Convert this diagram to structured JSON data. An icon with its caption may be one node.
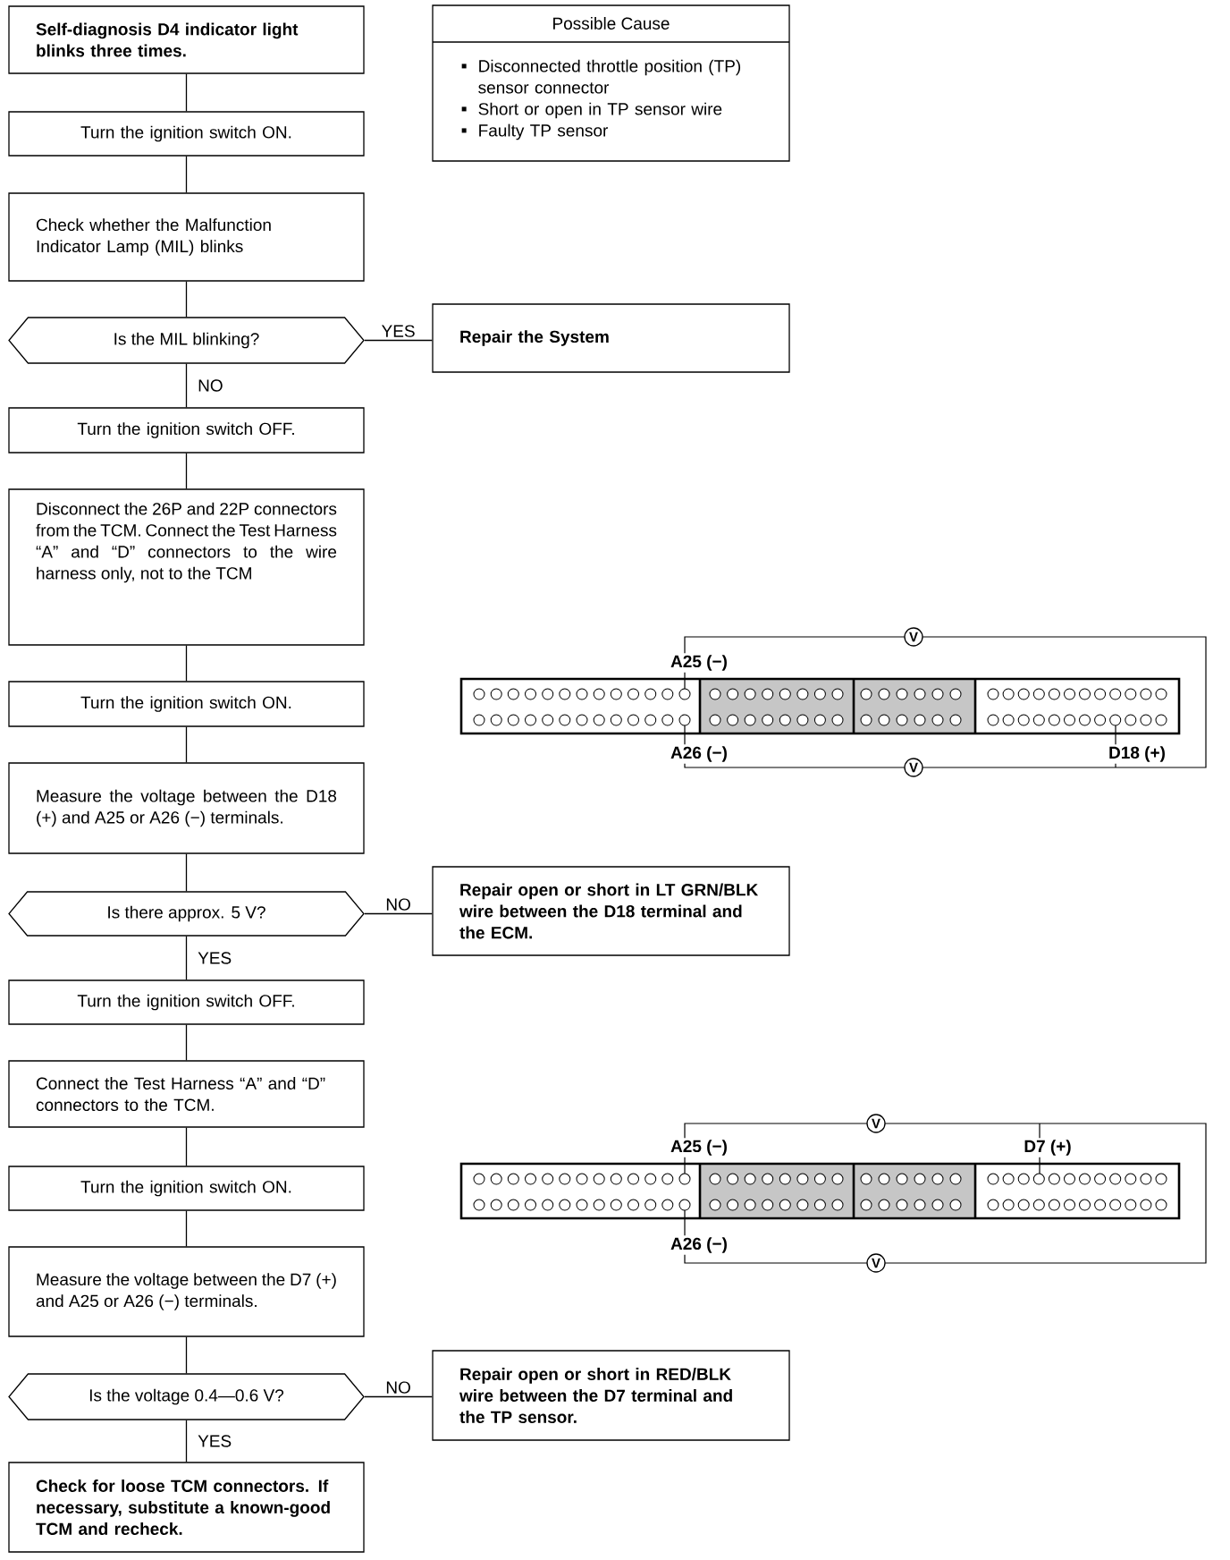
{
  "diagram": {
    "nodes": [
      {
        "text": [
          "Self-diagnosis D4 indicator light blinks three times."
        ]
      },
      {
        "text": [
          "Possible Cause",
          "Disconnected throttle position (TP) sensor connector",
          "Short or open in TP sensor wire",
          "Faulty TP sensor"
        ]
      },
      {
        "text": [
          "Turn the ignition switch ON."
        ]
      },
      {
        "text": [
          "Check whether the Malfunction Indicator Lamp (MIL) blinks"
        ]
      },
      {
        "text": [
          "Is the MIL blinking?"
        ]
      },
      {
        "text": [
          "Repair the System"
        ]
      },
      {
        "text": [
          "Turn the ignition switch OFF."
        ]
      },
      {
        "text": [
          "Disconnect the 26P and 22P connectors from the TCM. Connect the Test Harness “A” and “D” connectors to the wire harness only, not to the TCM"
        ]
      },
      {
        "text": [
          "Turn the ignition switch ON."
        ]
      },
      {
        "text": [
          "Measure the voltage between the D18 (+) and A25 or A26 (−) terminals."
        ]
      },
      {
        "text": [
          "Is there approx. 5 V?"
        ]
      },
      {
        "text": [
          "Repair open or short in LT GRN/BLK wire between the D18 terminal and the ECM."
        ]
      },
      {
        "text": [
          "Turn the ignition switch OFF."
        ]
      },
      {
        "text": [
          "Connect the Test Harness “A” and “D” connectors to the TCM."
        ]
      },
      {
        "text": [
          "Turn the ignition switch ON."
        ]
      },
      {
        "text": [
          "Measure the voltage between the D7 (+) and A25 or A26 (−) terminals."
        ]
      },
      {
        "text": [
          "Is the voltage 0.4—0.6 V?"
        ]
      },
      {
        "text": [
          "Repair open or short in RED/BLK wire between the D7 terminal and the TP sensor."
        ]
      },
      {
        "text": [
          "Check for loose TCM connectors. If necessary, substitute a known-good TCM and recheck."
        ]
      }
    ],
    "edges": [
      {
        "from": 0,
        "to": 2,
        "arrow": "none"
      },
      {
        "from": 2,
        "to": 3,
        "arrow": "none"
      },
      {
        "from": 3,
        "to": 4,
        "arrow": "none"
      },
      {
        "from": 4,
        "to": 5,
        "arrow": "none",
        "label": "YES"
      },
      {
        "from": 4,
        "to": 6,
        "arrow": "none",
        "label": "NO"
      },
      {
        "from": 6,
        "to": 7,
        "arrow": "none"
      },
      {
        "from": 7,
        "to": 8,
        "arrow": "none"
      },
      {
        "from": 8,
        "to": 9,
        "arrow": "none"
      },
      {
        "from": 9,
        "to": 10,
        "arrow": "none"
      },
      {
        "from": 10,
        "to": 11,
        "arrow": "none",
        "label": "NO"
      },
      {
        "from": 10,
        "to": 12,
        "arrow": "none",
        "label": "YES"
      },
      {
        "from": 12,
        "to": 13,
        "arrow": "none"
      },
      {
        "from": 13,
        "to": 14,
        "arrow": "none"
      },
      {
        "from": 14,
        "to": 15,
        "arrow": "none"
      },
      {
        "from": 15,
        "to": 16,
        "arrow": "none"
      },
      {
        "from": 16,
        "to": 17,
        "arrow": "none",
        "label": "NO"
      },
      {
        "from": 16,
        "to": 18,
        "arrow": "none",
        "label": "YES"
      }
    ],
    "labels": [
      "V",
      "A25 (−)",
      "A26 (−)",
      "D18 (+)",
      "V",
      "V",
      "A25 (−)",
      "D7 (+)",
      "A26 (−)",
      "V"
    ]
  }
}
